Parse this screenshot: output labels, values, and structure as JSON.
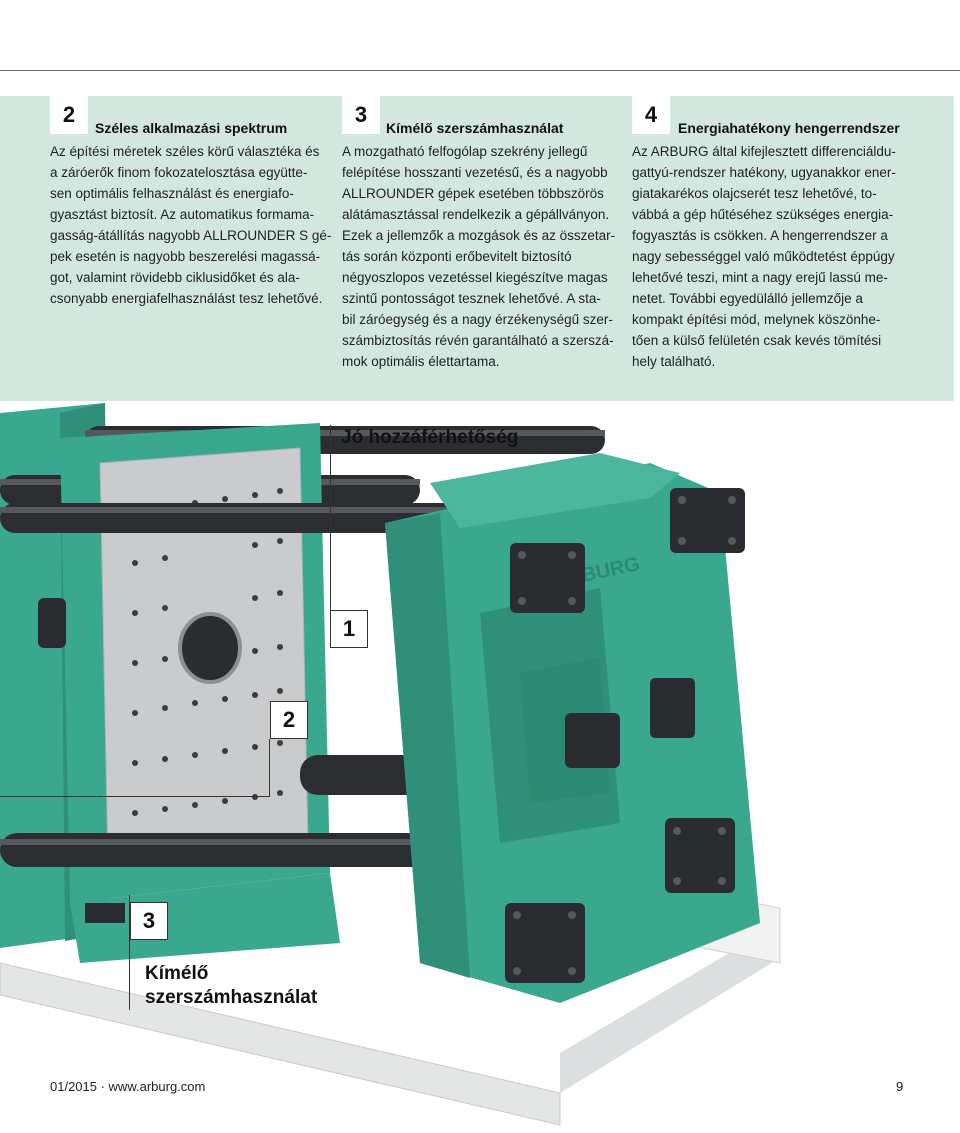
{
  "columns": [
    {
      "number": "2",
      "title": "Széles alkalmazási spektrum",
      "lines": [
        "Az építési méretek széles körű választéka és",
        "a záróerők finom fokozatelosztása együtte-",
        "sen optimális felhasználást és energiafo-",
        "gyasztást biztosít. Az automatikus formama-",
        "gasság-átállítás nagyobb ALLROUNDER S gé-",
        "pek esetén is nagyobb beszerelési magassá-",
        "got, valamint rövidebb ciklusidőket és ala-",
        "csonyabb energiafelhasználást tesz lehetővé."
      ]
    },
    {
      "number": "3",
      "title": "Kímélő szerszámhasználat",
      "lines": [
        "A mozgatható felfogólap szekrény jellegű",
        "felépítése hosszanti vezetésű, és a nagyobb",
        "ALLROUNDER gépek esetében többszörös",
        "alátámasztással rendelkezik a gépállványon.",
        "Ezek a jellemzők a mozgások és az összetar-",
        "tás során központi erőbevitelt biztosító",
        "négyoszlopos vezetéssel kiegészítve magas",
        "szintű pontosságot tesznek lehetővé. A sta-",
        "bil záróegység és a nagy érzékenységű szer-",
        "számbiztosítás révén garantálható a szerszá-",
        "mok optimális élettartama."
      ]
    },
    {
      "number": "4",
      "title": "Energiahatékony hengerrendszer",
      "lines": [
        "Az ARBURG által kifejlesztett differenciáldu-",
        "gattyú-rendszer hatékony, ugyanakkor ener-",
        "giatakarékos olajcserét tesz lehetővé, to-",
        "vábbá a gép hűtéséhez szükséges energia-",
        "fogyasztás is csökken. A hengerrendszer a",
        "nagy sebességgel való működtetést éppúgy",
        "lehetővé teszi, mint a nagy erejű lassú me-",
        "netet. További egyedülálló jellemzője a",
        "kompakt építési mód, melynek köszönhe-",
        "tően a külső felületén csak kevés tömítési",
        "hely található."
      ]
    }
  ],
  "photo": {
    "brand_mark": "ARBURG",
    "callouts": {
      "label_top": "Jó hozzáférhetőség",
      "n1": "1",
      "n2": "2",
      "n3": "3",
      "label_bottom_1": "Kímélő",
      "label_bottom_2": "szerszámhasználat"
    }
  },
  "colors": {
    "machine_green": "#3aa88f",
    "band_bg": "#d2e8df",
    "steel": "#c9cbcd"
  },
  "footer": {
    "left": "01/2015 · www.arburg.com",
    "page": "9"
  }
}
